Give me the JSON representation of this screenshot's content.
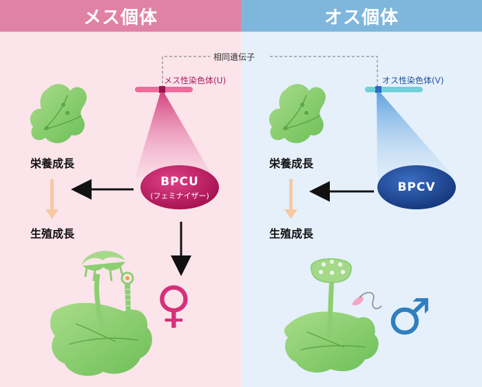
{
  "female": {
    "title": "メス個体",
    "chromosome": "メス性染色体(U)",
    "vegetative": "栄養成長",
    "reproductive": "生殖成長",
    "gene_name": "BPCU",
    "gene_sub": "(フェミナイザー)",
    "symbol": "♀"
  },
  "male": {
    "title": "オス個体",
    "chromosome": "オス性染色体(V)",
    "vegetative": "栄養成長",
    "reproductive": "生殖成長",
    "gene_name": "BPCV",
    "symbol": "♂"
  },
  "shared_label": "相同遺伝子",
  "colors": {
    "female_header": "#e082a4",
    "female_bg": "#fbe4ea",
    "female_gene": "#c2185b",
    "male_header": "#7fb6dc",
    "male_bg": "#e5f0fb",
    "male_gene": "#1e4fa0"
  }
}
